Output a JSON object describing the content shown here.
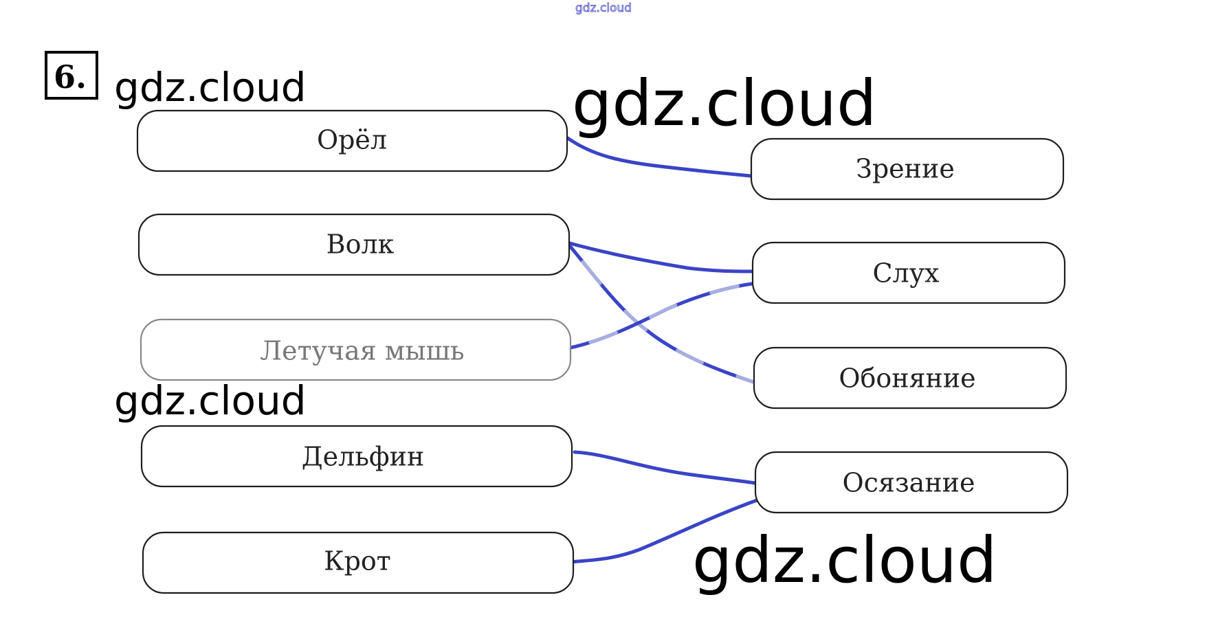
{
  "exercise": {
    "number": "6."
  },
  "watermarks": {
    "top": "gdz.cloud",
    "main": "gdz.cloud"
  },
  "left_column": {
    "items": [
      {
        "id": "eagle",
        "label": "Орёл"
      },
      {
        "id": "wolf",
        "label": "Волк"
      },
      {
        "id": "bat",
        "label": "Летучая мышь"
      },
      {
        "id": "dolphin",
        "label": "Дельфин"
      },
      {
        "id": "mole",
        "label": "Крот"
      }
    ]
  },
  "right_column": {
    "items": [
      {
        "id": "sight",
        "label": "Зрение"
      },
      {
        "id": "hearing",
        "label": "Слух"
      },
      {
        "id": "smell",
        "label": "Обоняние"
      },
      {
        "id": "touch",
        "label": "Осязание"
      }
    ]
  },
  "connections": [
    {
      "from": "eagle",
      "to": "sight"
    },
    {
      "from": "wolf",
      "to": "hearing"
    },
    {
      "from": "wolf",
      "to": "smell"
    },
    {
      "from": "bat",
      "to": "hearing"
    },
    {
      "from": "dolphin",
      "to": "touch"
    },
    {
      "from": "mole",
      "to": "touch"
    }
  ],
  "colors": {
    "line": "#3a44c6",
    "line_faded": "#a9aee0",
    "box_stroke": "#1e1e1e"
  }
}
